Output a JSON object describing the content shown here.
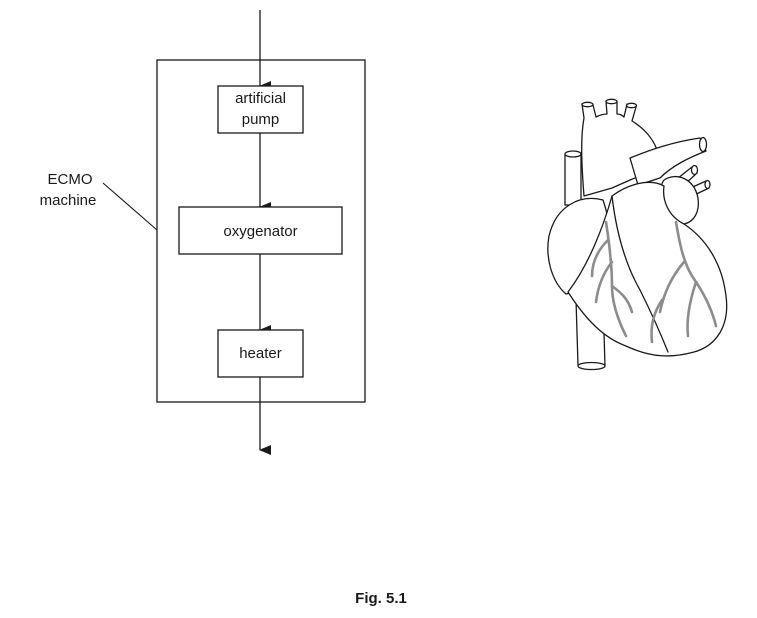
{
  "diagram": {
    "machine_label_line1": "ECMO",
    "machine_label_line2": "machine",
    "components": {
      "pump_line1": "artificial",
      "pump_line2": "pump",
      "oxygenator": "oxygenator",
      "heater": "heater"
    },
    "caption": "Fig. 5.1"
  },
  "colors": {
    "line": "#1a1a1a",
    "vessel_grey": "#8c8c8c"
  }
}
